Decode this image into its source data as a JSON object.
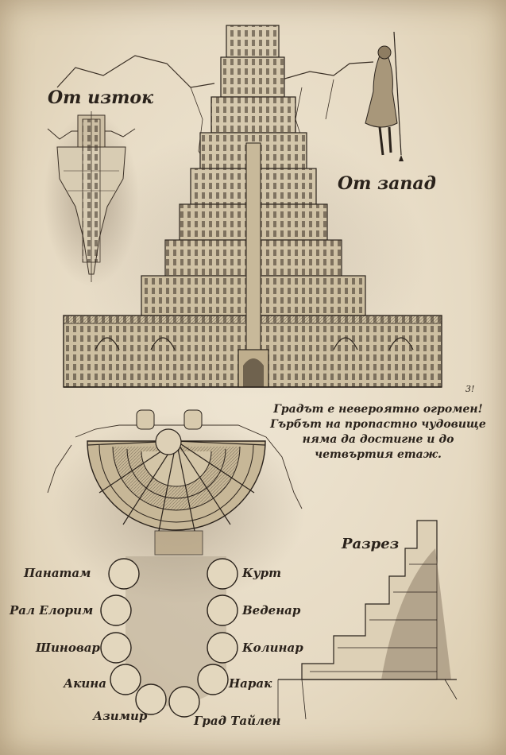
{
  "labels": {
    "east_view": "От изток",
    "west_view": "От запад",
    "section": "Разрез",
    "note_line1": "Градът е невероятно огромен!",
    "note_line2": "Гърбът на пропастно чудовище",
    "note_line3": "няма да достигне и до",
    "note_line4": "четвъртия етаж.",
    "signature": "3!"
  },
  "districts_left": [
    "Панатам",
    "Рал Елорим",
    "Шиновар",
    "Акина",
    "Азимир"
  ],
  "districts_right": [
    "Курт",
    "Веденар",
    "Колинар",
    "Нарак",
    "Град Тайлен"
  ],
  "colors": {
    "paper": "#e8ddc7",
    "ink": "#2a221b",
    "wash": "#8a7a66"
  }
}
